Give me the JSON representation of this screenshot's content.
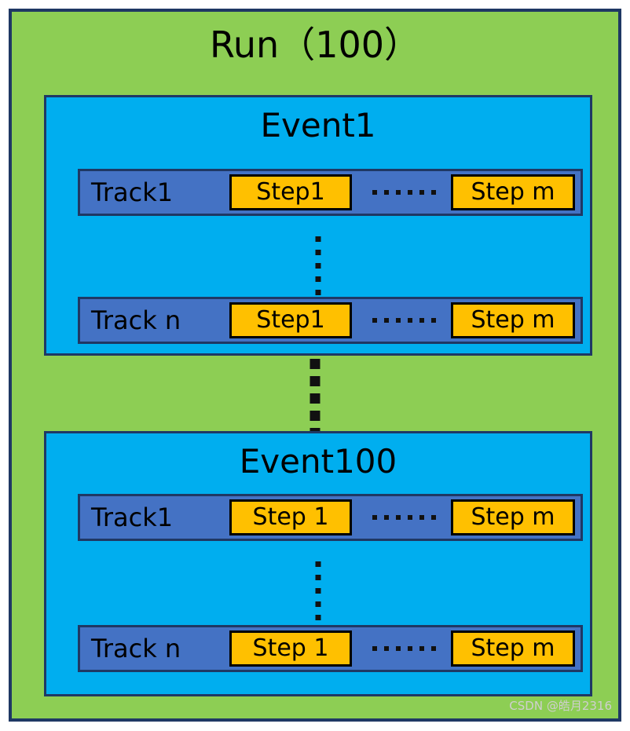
{
  "diagram": {
    "title": "Run（100）",
    "colors": {
      "run_background": "#8DCE54",
      "event_background": "#00AEEF",
      "track_background": "#4472C4",
      "step_background": "#FFC000",
      "border_dark": "#1F3864",
      "step_border": "#000000",
      "text": "#000000",
      "watermark": "#CFCFCF"
    },
    "events": [
      {
        "title": "Event1",
        "tracks": [
          {
            "label": "Track1",
            "first_step": "Step1",
            "ellipsis": "......",
            "last_step": "Step m"
          },
          {
            "label": "Track n",
            "first_step": "Step1",
            "ellipsis": "......",
            "last_step": "Step m"
          }
        ],
        "track_ellipsis": "vertical-dots"
      },
      {
        "title": "Event100",
        "tracks": [
          {
            "label": "Track1",
            "first_step": "Step 1",
            "ellipsis": "......",
            "last_step": "Step m"
          },
          {
            "label": "Track n",
            "first_step": "Step 1",
            "ellipsis": "......",
            "last_step": "Step m"
          }
        ],
        "track_ellipsis": "vertical-dots"
      }
    ],
    "event_ellipsis": "vertical-dots",
    "watermark": "CSDN @皓月2316"
  }
}
